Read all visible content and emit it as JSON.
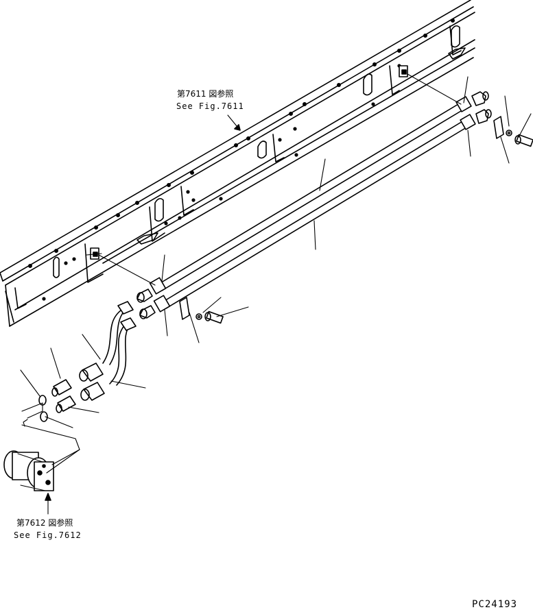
{
  "references": {
    "fig7611": {
      "ja": "第7611 図参照",
      "en": "See Fig.7611"
    },
    "fig7612": {
      "ja": "第7612 図参照",
      "en": "See Fig.7612"
    }
  },
  "drawing_code": "PC24193",
  "colors": {
    "ink": "#000000",
    "paper": "#ffffff"
  }
}
